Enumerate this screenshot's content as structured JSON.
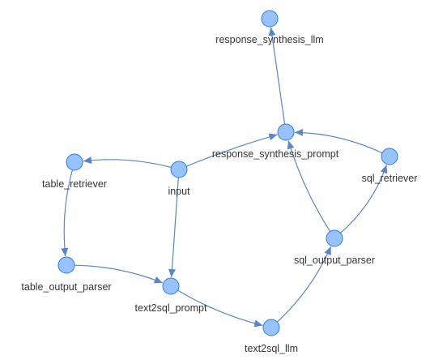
{
  "colors": {
    "node_fill": "#97c2fc",
    "node_border": "#2b7ce9",
    "edge": "#5b85c4",
    "label": "#343434",
    "background": "#ffffff"
  },
  "nodes": [
    {
      "id": "response_synthesis_llm",
      "label": "response_synthesis_llm"
    },
    {
      "id": "response_synthesis_prompt",
      "label": "response_synthesis_prompt"
    },
    {
      "id": "table_retriever",
      "label": "table_retriever"
    },
    {
      "id": "input",
      "label": "input"
    },
    {
      "id": "sql_retriever",
      "label": "sql_retriever"
    },
    {
      "id": "sql_output_parser",
      "label": "sql_output_parser"
    },
    {
      "id": "table_output_parser",
      "label": "table_output_parser"
    },
    {
      "id": "text2sql_prompt",
      "label": "text2sql_prompt"
    },
    {
      "id": "text2sql_llm",
      "label": "text2sql_llm"
    }
  ],
  "edges": [
    {
      "from": "input",
      "to": "table_retriever"
    },
    {
      "from": "input",
      "to": "response_synthesis_prompt"
    },
    {
      "from": "input",
      "to": "text2sql_prompt"
    },
    {
      "from": "table_retriever",
      "to": "table_output_parser"
    },
    {
      "from": "table_output_parser",
      "to": "text2sql_prompt"
    },
    {
      "from": "text2sql_prompt",
      "to": "text2sql_llm"
    },
    {
      "from": "text2sql_llm",
      "to": "sql_output_parser"
    },
    {
      "from": "sql_output_parser",
      "to": "sql_retriever"
    },
    {
      "from": "sql_output_parser",
      "to": "response_synthesis_prompt"
    },
    {
      "from": "sql_retriever",
      "to": "response_synthesis_prompt"
    },
    {
      "from": "response_synthesis_prompt",
      "to": "response_synthesis_llm"
    }
  ]
}
